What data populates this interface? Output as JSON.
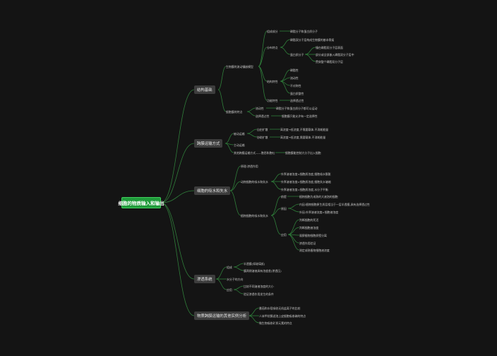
{
  "title": "细胞的物质输入和输出",
  "topics": {
    "t1": "结构基础",
    "t2": "跨膜运输方式",
    "t3": "细胞的吸水和失水",
    "t4": "渗透系统",
    "t5": "物质跨膜运输的其他实例分析"
  },
  "t1": {
    "model": "生物膜的流动镶嵌模型",
    "struct": "组成成分",
    "struct_a": "磷脂分子和蛋白质分子",
    "distrib": "分布特点",
    "distrib_a": "磷脂双分子层构成生物膜的基本骨架",
    "protein": "蛋白质分子",
    "protein_a": "镶在磷脂双分子层表面",
    "protein_b": "部分或全部嵌入磷脂双分子层中",
    "protein_c": "贯穿整个磷脂双分子层",
    "feature": "结构特性",
    "feature_a": "磷脂性",
    "feature_b": "流动性",
    "feature_c": "不对称性",
    "feature_d": "蛋白质整性",
    "func": "功能特性",
    "func_a": "选择透过性",
    "cell": "细胞膜的特点",
    "fluid": "流动性",
    "fluid_a": "磷脂分子和蛋白质分子都可以运动",
    "select": "选择透过性",
    "select_a": "细胞膜只能允许有一定选择性"
  },
  "t2": {
    "passive": "被动运输",
    "free": "自由扩散",
    "free_a": "高浓度→低浓度,不需要载体,不消耗能量",
    "facil": "协助扩散",
    "facil_a": "高浓度→低浓度,需要载体,不消耗能量",
    "active": "主动运输",
    "other": "其他跨膜运输方式——胞吞和胞吐",
    "other_a": "细胞膜能控制大分子出入细胞"
  },
  "t3": {
    "a": "原理:渗透作用",
    "b": "动物细胞的吸水和失水",
    "b1": "外界溶液浓度<细胞质浓度,细胞吸水膨胀",
    "b2": "外界溶液浓度>细胞质浓度,细胞失水皱缩",
    "b3": "外界溶液浓度=细胞质浓度,水分子平衡",
    "c": "植物细胞的吸水和失水",
    "c1": "前提",
    "c1a": "植物细胞为成熟的大液泡的细胞",
    "c2": "原因",
    "c2a": "内因:植物细胞原生质层相当于一层半透膜,具有选择透过性",
    "c2b": "外因:外界溶液浓度>细胞液浓度",
    "c3": "应用",
    "c3a": "判断细胞的死活",
    "c3b": "判断细胞液浓度",
    "c3c": "观察植物细胞质壁分离",
    "c3d": "渗透作用验证",
    "c3e": "测定成熟植物细胞液浓度"
  },
  "t4": {
    "a": "组成",
    "a1": "半透膜(如玻璃纸)",
    "a2": "膜两侧溶液具有浓度差(渗透压)",
    "b": "水分子的方向",
    "c": "应用",
    "c1": "比较不同溶液浓度的大小",
    "c2": "验证渗透作用发生的条件"
  },
  "t5": {
    "a": "番茄和水稻吸收无机盐离子的比较",
    "b": "人体甲状腺滤泡上皮细胞吸收碘的特点",
    "c": "微生物吸收矿质元素的特点"
  }
}
